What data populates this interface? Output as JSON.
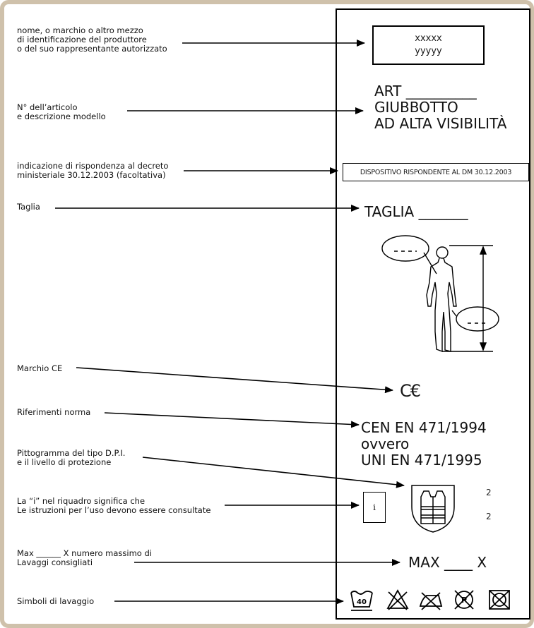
{
  "annotations": [
    {
      "key": "producer",
      "text": "nome, o marchio o altro mezzo\ndi identificazione del produttore\no del suo rappresentante autorizzato"
    },
    {
      "key": "article",
      "text": "N° dell’articolo\ne descrizione modello"
    },
    {
      "key": "decree",
      "text": "indicazione di rispondenza al decreto\nministeriale 30.12.2003 (facoltativa)"
    },
    {
      "key": "size",
      "text": "Taglia"
    },
    {
      "key": "ce",
      "text": "Marchio CE"
    },
    {
      "key": "norm",
      "text": "Riferimenti norma"
    },
    {
      "key": "pictogram",
      "text": "Pittogramma del tipo D.P.I.\ne il livello di protezione"
    },
    {
      "key": "info",
      "text": "La “i” nel riquadro significa che\nLe istruzioni per l’uso devono essere consultate"
    },
    {
      "key": "max",
      "text": "Max ______ X numero massimo di\nLavaggi consigliati"
    },
    {
      "key": "wash",
      "text": "Simboli di lavaggio"
    }
  ],
  "label": {
    "brand_line1": "xxxxx",
    "brand_line2": "yyyyy",
    "article": "ART __________\nGIUBBOTTO\nAD ALTA VISIBILITÀ",
    "decree": "DISPOSITIVO RISPONDENTE AL DM 30.12.2003",
    "size": "TAGLIA _______",
    "norm": "CEN EN 471/1994\novvero\nUNI EN 471/1995",
    "info_letter": "i",
    "level_1": "2",
    "level_2": "2",
    "max": "MAX ____ X",
    "wash_temp": "40"
  },
  "icons": [
    "body-measurement-figure",
    "ce-mark-icon",
    "high-visibility-vest-pictogram-icon",
    "info-book-icon",
    "wash-40-icon",
    "no-bleach-icon",
    "no-iron-icon",
    "no-dry-clean-icon",
    "no-tumble-dry-icon"
  ],
  "colors": {
    "frame": "#cfc1ab",
    "ink": "#000000"
  }
}
